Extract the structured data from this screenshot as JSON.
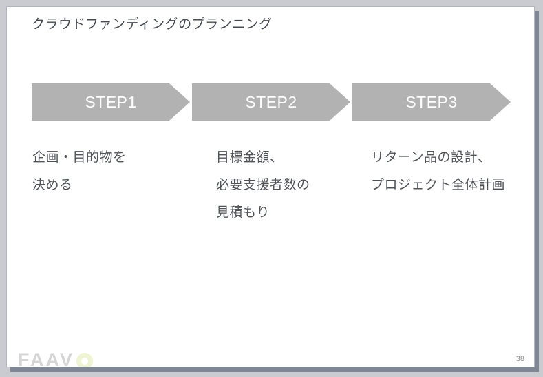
{
  "slide": {
    "title": "クラウドファンディングのプランニング",
    "steps": [
      {
        "label": "STEP1",
        "description_lines": [
          "企画・目的物を",
          "決める"
        ]
      },
      {
        "label": "STEP2",
        "description_lines": [
          "目標金額、",
          "必要支援者数の",
          "見積もり"
        ]
      },
      {
        "label": "STEP3",
        "description_lines": [
          "リターン品の設計、",
          "プロジェクト全体計画"
        ]
      }
    ],
    "logo": {
      "text": "FAAV",
      "o_icon": "ring-circle"
    },
    "page_number": "38",
    "colors": {
      "arrow_fill": "#b2b2b2",
      "arrow_label_text": "#fdfdfd",
      "title_text": "#464b51",
      "body_text": "#505459",
      "page_number_text": "#8d9197",
      "frame_background": "#c9cbd0",
      "slide_shadow": "#7e8793",
      "logo_letters": "#d5d5d5",
      "logo_ring": "#eff4d4"
    }
  }
}
